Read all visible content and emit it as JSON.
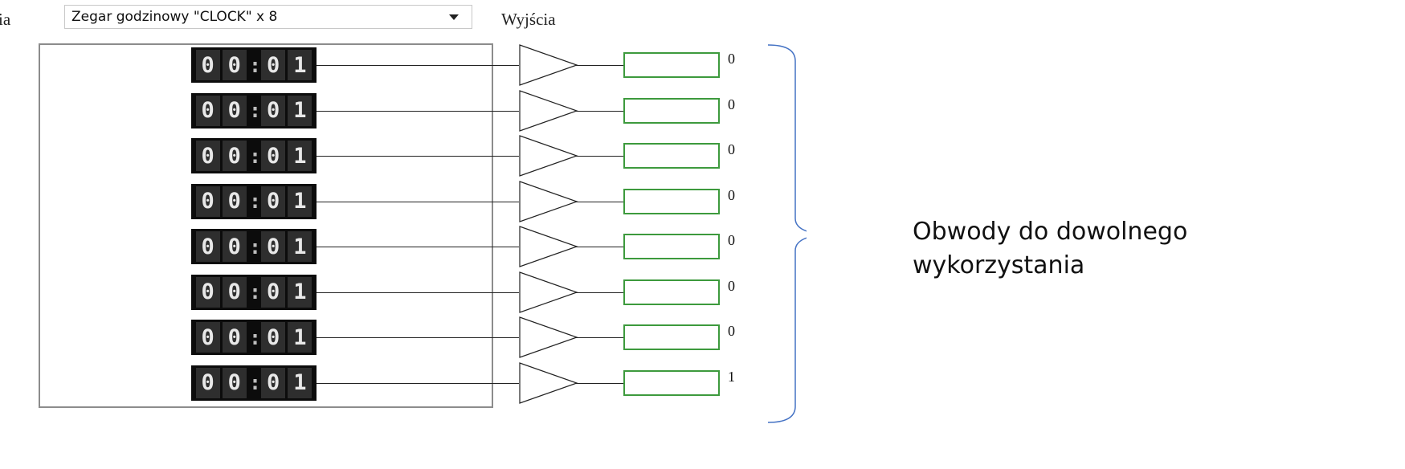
{
  "header": {
    "inputs_label": "ia",
    "select_value": "Zegar godzinowy \"CLOCK\" x 8",
    "outputs_label": "Wyjścia"
  },
  "clocks": [
    {
      "d1": "0",
      "d2": "0",
      "sep": ":",
      "d3": "0",
      "d4": "1",
      "output": "0"
    },
    {
      "d1": "0",
      "d2": "0",
      "sep": ":",
      "d3": "0",
      "d4": "1",
      "output": "0"
    },
    {
      "d1": "0",
      "d2": "0",
      "sep": ":",
      "d3": "0",
      "d4": "1",
      "output": "0"
    },
    {
      "d1": "0",
      "d2": "0",
      "sep": ":",
      "d3": "0",
      "d4": "1",
      "output": "0"
    },
    {
      "d1": "0",
      "d2": "0",
      "sep": ":",
      "d3": "0",
      "d4": "1",
      "output": "0"
    },
    {
      "d1": "0",
      "d2": "0",
      "sep": ":",
      "d3": "0",
      "d4": "1",
      "output": "0"
    },
    {
      "d1": "0",
      "d2": "0",
      "sep": ":",
      "d3": "0",
      "d4": "1",
      "output": "0"
    },
    {
      "d1": "0",
      "d2": "0",
      "sep": ":",
      "d3": "0",
      "d4": "1",
      "output": "1"
    }
  ],
  "annotation": {
    "line1": "Obwody do dowolnego",
    "line2": "wykorzystania"
  },
  "colors": {
    "output_box_border": "#3d9a3d",
    "brace": "#4472c4"
  }
}
